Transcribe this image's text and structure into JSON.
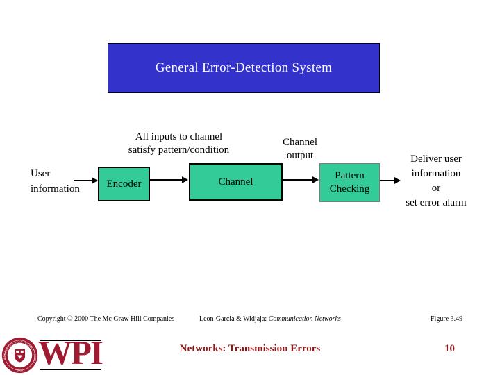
{
  "slide": {
    "title": "General Error-Detection System",
    "colors": {
      "title_bg": "#3333cc",
      "box_fill": "#33cc99",
      "wpi_red": "#9e1b32",
      "footer_red": "#8b1a1a"
    }
  },
  "diagram": {
    "inputs_note": [
      "All inputs to channel",
      "satisfy pattern/condition"
    ],
    "channel_output_note": [
      "Channel",
      "output"
    ],
    "user_label": [
      "User",
      "information"
    ],
    "boxes": {
      "encoder": "Encoder",
      "channel": "Channel",
      "pattern": [
        "Pattern",
        "Checking"
      ]
    },
    "deliver_note": [
      "Deliver user",
      "information",
      "or",
      "set error alarm"
    ]
  },
  "footer": {
    "copyright": "Copyright © 2000 The Mc Graw Hill Companies",
    "citation_normal": "Leon-Garcia & Widjaja: ",
    "citation_italic": "Communication Networks",
    "figure": "Figure 3.49"
  },
  "bottombar": {
    "seal_text": "WORCESTER POLYTECHNIC INSTITUTE",
    "seal_year": "1865",
    "wordmark": "WPI",
    "course": "Networks: Transmission Errors",
    "page_number": "10"
  }
}
